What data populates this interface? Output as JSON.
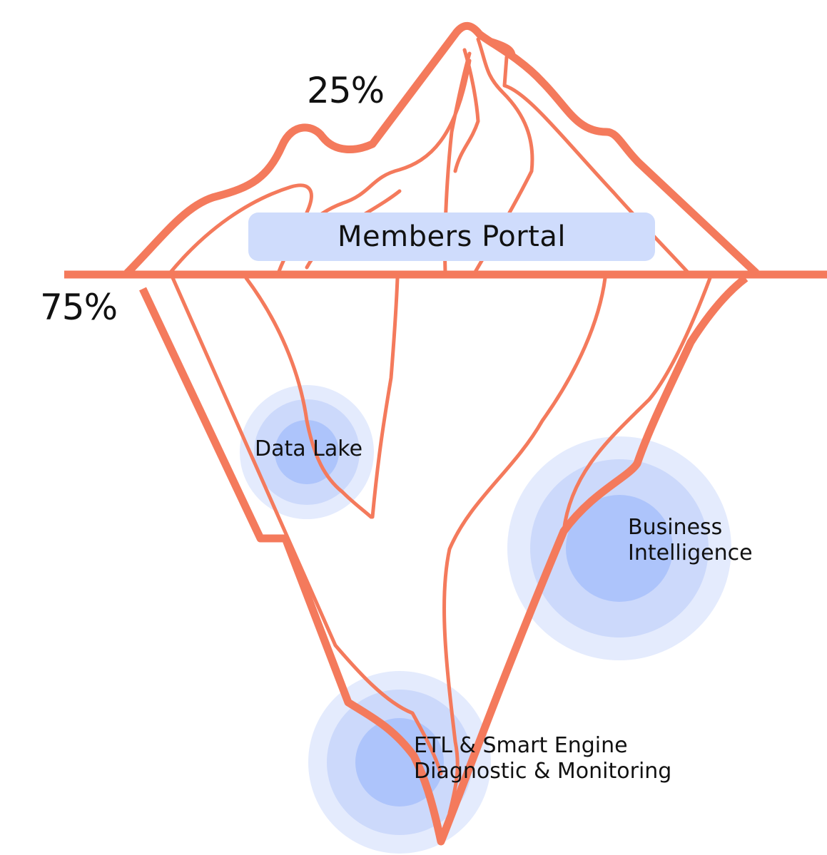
{
  "colors": {
    "iceberg_stroke": "#f47a5c",
    "portal_fill": "#cfdcfc",
    "node_inner": "#adc4fb",
    "node_mid": "#ccd9fb",
    "node_outer": "#e4ebfd",
    "text": "#111111"
  },
  "labels": {
    "above_water_pct": "25%",
    "below_water_pct": "75%",
    "portal": "Members Portal"
  },
  "nodes": {
    "data_lake": {
      "line1": "Data Lake"
    },
    "business_intelligence": {
      "line1": "Business",
      "line2": "Intelligence"
    },
    "etl": {
      "line1": "ETL & Smart Engine",
      "line2": "Diagnostic & Monitoring"
    }
  }
}
